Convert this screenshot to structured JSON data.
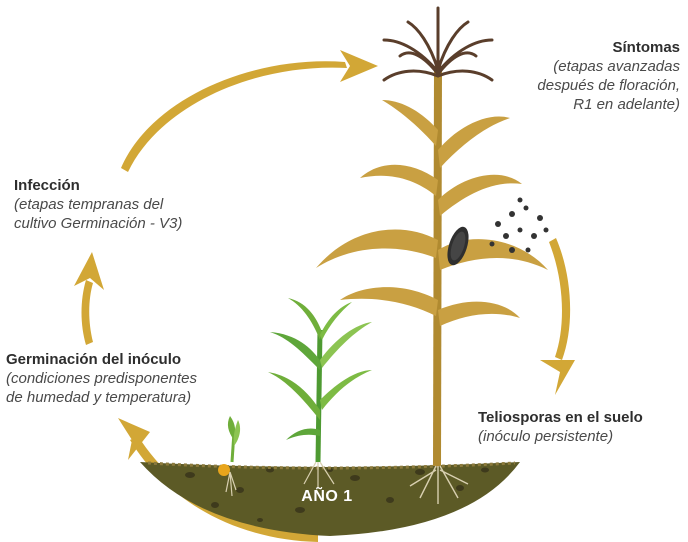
{
  "stages": {
    "symptoms": {
      "title": "Síntomas",
      "line1": "(etapas avanzadas",
      "line2": "después de floración,",
      "line3": "R1 en adelante)"
    },
    "infection": {
      "title": "Infección",
      "line1": "(etapas tempranas del",
      "line2": "cultivo Germinación - V3)"
    },
    "germination": {
      "title": "Germinación del inóculo",
      "line1": "(condiciones predisponentes",
      "line2": "de humedad y temperatura)"
    },
    "teliospores": {
      "title": "Teliosporas en el suelo",
      "line1": "(inóculo persistente)"
    }
  },
  "year_label": "AÑO 1",
  "colors": {
    "arrow": "#d2a736",
    "soil": "#5c5a26",
    "plant_dry": "#c9a042",
    "plant_green": "#6fae3a",
    "tassel": "#5a3e2b"
  }
}
